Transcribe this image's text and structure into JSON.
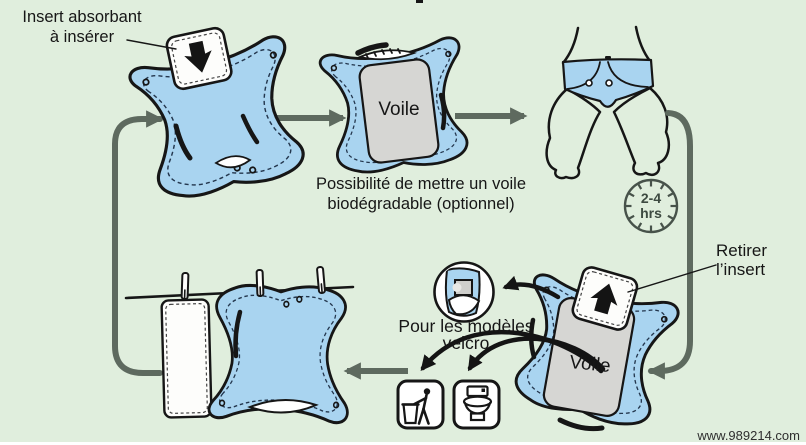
{
  "diagram": {
    "background_color": "#e0eedd",
    "watermark": "www.989214.com",
    "colors": {
      "diaper_blue": "#a9d4f0",
      "liner_gray": "#d6d6d3",
      "flow_arrow_gray": "#5e6a5f",
      "ink": "#161616",
      "clock_green": "#3d4a41",
      "insert_white": "#fdfdfb"
    },
    "steps": {
      "insert": {
        "label_line1": "Insert absorbant",
        "label_line2": "à insérer"
      },
      "liner": {
        "panel_label": "Voile",
        "caption_line1": "Possibilité de mettre un voile",
        "caption_line2": "biodégradable (optionnel)"
      },
      "wear": {
        "duration_top": "2-4",
        "duration_bottom": "hrs"
      },
      "remove": {
        "label_line1": "Retirer",
        "label_line2": "l’insert",
        "panel_label": "Voile"
      },
      "dispose": {
        "note_line1": "Pour les modèles",
        "note_line2": "velcro"
      }
    },
    "icons": {
      "clock": "clock-icon",
      "trash": "trash-disposal-icon",
      "toilet": "toilet-disposal-icon",
      "velcro_detail": "velcro-tab-detail-icon",
      "insert_in": "arrow-down-icon",
      "insert_out": "arrow-up-icon"
    }
  }
}
